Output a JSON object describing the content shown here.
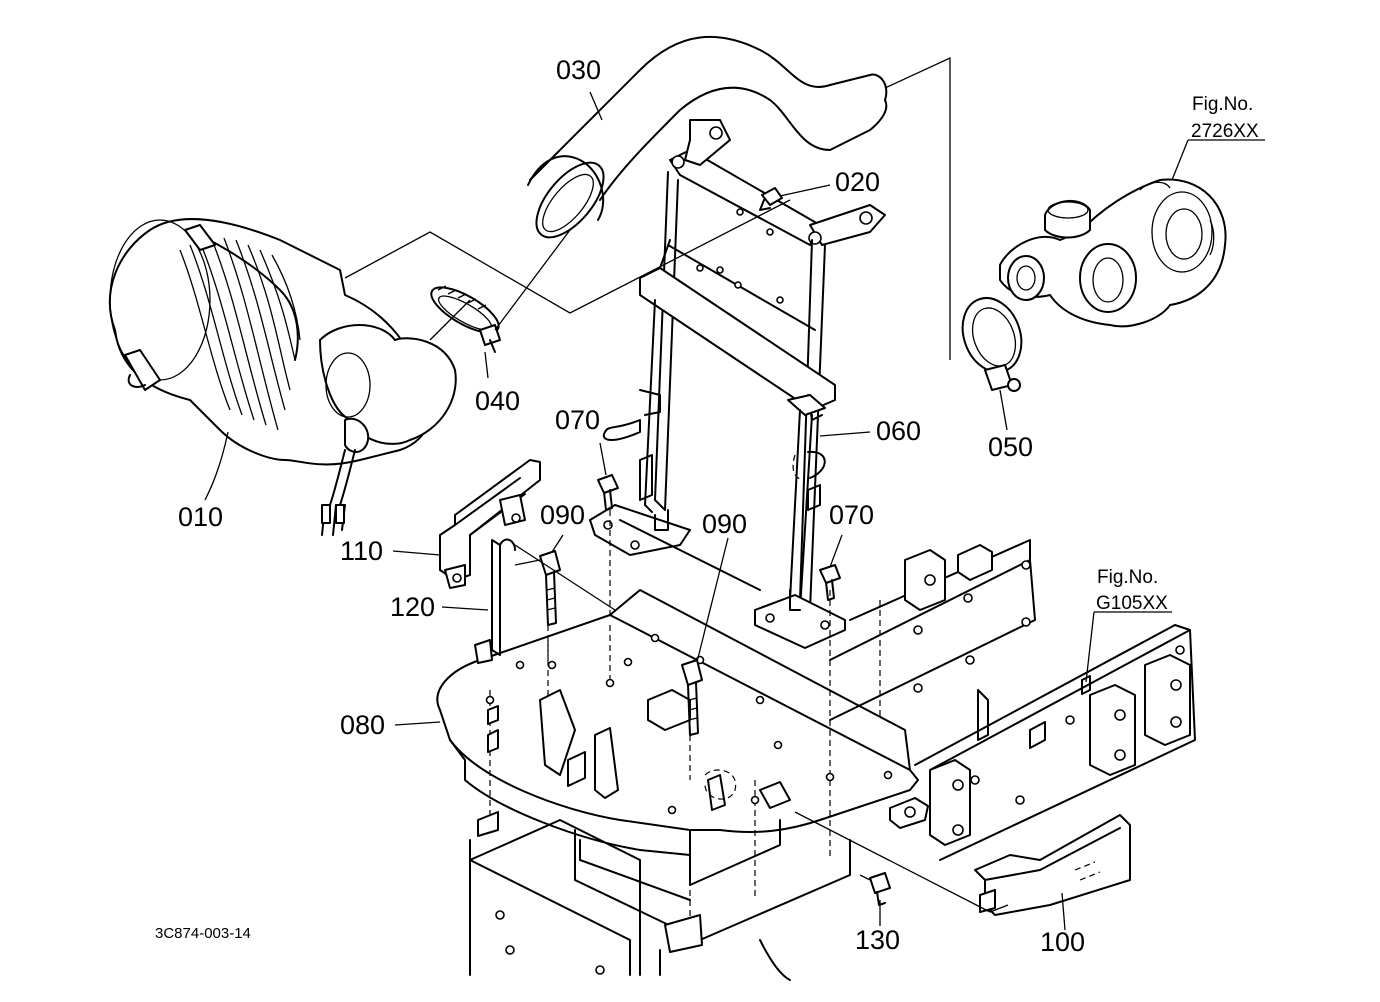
{
  "labels": {
    "p010": "010",
    "p020": "020",
    "p030": "030",
    "p040": "040",
    "p050": "050",
    "p060": "060",
    "p070a": "070",
    "p070b": "070",
    "p080": "080",
    "p090a": "090",
    "p090b": "090",
    "p100": "100",
    "p110": "110",
    "p120": "120",
    "p130": "130"
  },
  "refs": {
    "fig1_title": "Fig.No.",
    "fig1_number": "2726XX",
    "fig2_title": "Fig.No.",
    "fig2_number": "G105XX"
  },
  "drawing_code": "3C874-003-14"
}
